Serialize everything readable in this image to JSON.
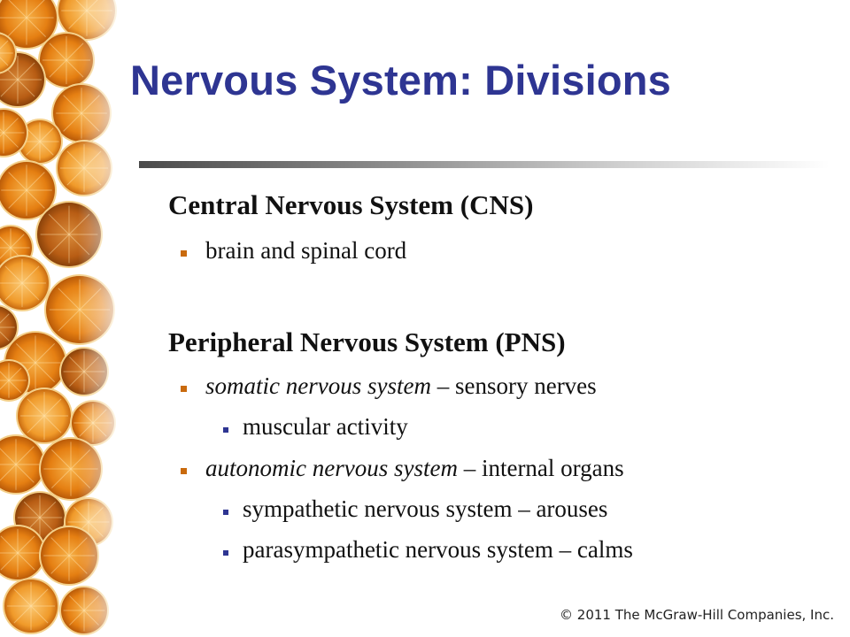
{
  "slide": {
    "title": "Nervous System: Divisions",
    "cns": {
      "heading": "Central Nervous System (CNS)",
      "bullets": [
        {
          "text": "brain and spinal cord"
        }
      ]
    },
    "pns": {
      "heading": "Peripheral Nervous System (PNS)",
      "bullets": [
        {
          "term": "somatic nervous system",
          "rest": " – sensory nerves",
          "sub": [
            "muscular activity"
          ]
        },
        {
          "term": "autonomic nervous system",
          "rest": " – internal organs",
          "sub": [
            "sympathetic nervous system – arouses",
            "parasympathetic nervous system – calms"
          ]
        }
      ]
    },
    "footer": "© 2011 The McGraw-Hill Companies, Inc."
  },
  "colors": {
    "title": "#2e3592",
    "bullet_level1": "#c96a0d",
    "bullet_level2": "#2e3592",
    "orange_slice": "#e8861c"
  },
  "decoration": "orange-slices-strip"
}
